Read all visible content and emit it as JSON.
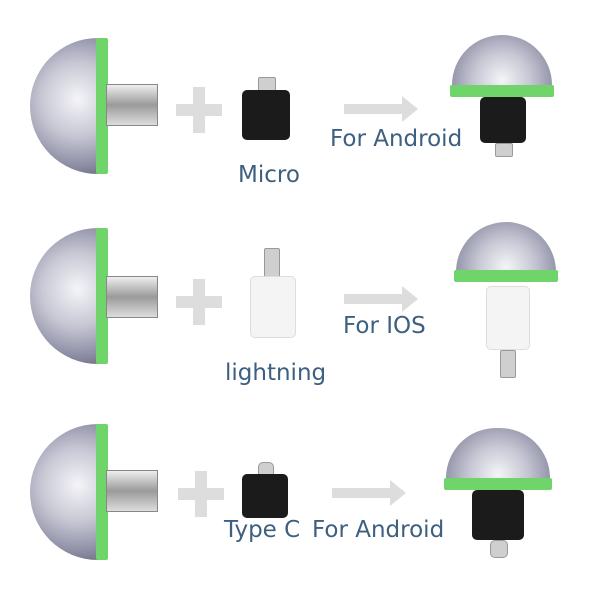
{
  "rows": [
    {
      "connector": "Micro",
      "result": "For Android"
    },
    {
      "connector": "lightning",
      "result": "For IOS"
    },
    {
      "connector": "Type C",
      "result": "For Android"
    }
  ],
  "colors": {
    "label": "#3d5f80",
    "rim": "#6fd46a"
  }
}
